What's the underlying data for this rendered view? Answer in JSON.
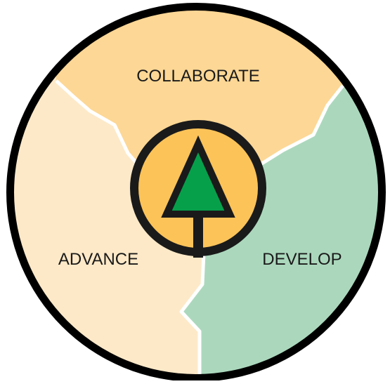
{
  "diagram": {
    "segments": [
      {
        "id": "collaborate",
        "label": "COLLABORATE",
        "color": "#fdd795"
      },
      {
        "id": "develop",
        "label": "DEVELOP",
        "color": "#abd8bd"
      },
      {
        "id": "advance",
        "label": "ADVANCE",
        "color": "#fde9c8"
      }
    ],
    "ring_color": "#000000",
    "center": {
      "icon": "tree-icon",
      "circle_fill": "#fcc359",
      "tree_fill": "#06a04b",
      "outline_color": "#1a1a1a"
    }
  }
}
